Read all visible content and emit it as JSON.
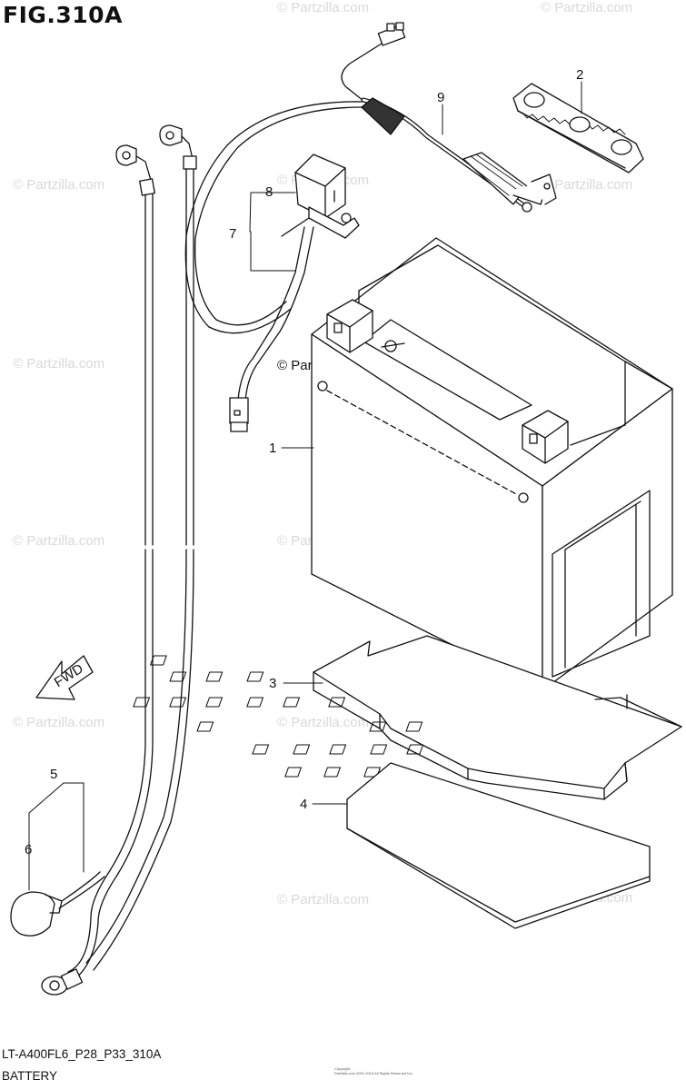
{
  "figure": {
    "title": "FIG.310A",
    "code": "LT-A400FL6_P28_P33_310A",
    "caption": "BATTERY",
    "copyright_line1": "Copyright",
    "copyright_line2": "Partzilla.com 2001-2016 All Rights Reserved Inc."
  },
  "callouts": [
    "1",
    "2",
    "3",
    "4",
    "5",
    "6",
    "7",
    "8",
    "9"
  ],
  "direction_arrow": "FWD",
  "watermark": "© Partzilla.com"
}
